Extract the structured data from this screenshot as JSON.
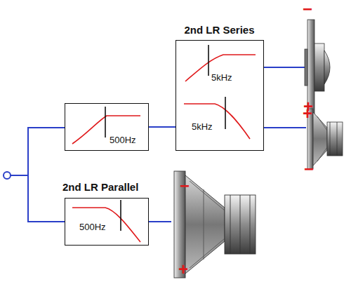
{
  "diagram": {
    "nodes": [
      {
        "text": [
          "500Hz"
        ]
      },
      {
        "text": [
          "2nd LR Series",
          "5kHz",
          "5kHz"
        ]
      },
      {
        "text": [
          "2nd LR Parallel",
          "500Hz"
        ]
      }
    ],
    "edges": [
      {
        "from": 0,
        "to": 1,
        "arrow": "none"
      }
    ],
    "labels": [
      "−",
      "+",
      "+",
      "−",
      "−",
      "+"
    ]
  }
}
